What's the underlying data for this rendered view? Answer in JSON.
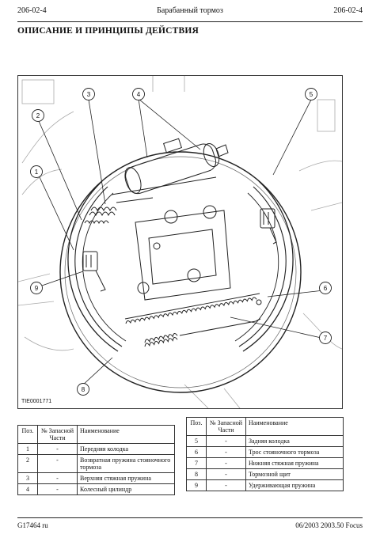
{
  "header": {
    "left": "206-02-4",
    "center": "Барабанный тормоз",
    "right": "206-02-4"
  },
  "section_title": "ОПИСАНИЕ И ПРИНЦИПЫ ДЕЙСТВИЯ",
  "figure": {
    "id_label": "TIE0001771",
    "callouts": [
      "1",
      "2",
      "3",
      "4",
      "5",
      "6",
      "7",
      "8",
      "9"
    ]
  },
  "table": {
    "headers": {
      "pos": "Поз.",
      "part_no": "№ Запасной Части",
      "name": "Наименование"
    },
    "left_rows": [
      {
        "pos": "1",
        "part_no": "-",
        "name": "Передняя колодка"
      },
      {
        "pos": "2",
        "part_no": "-",
        "name": "Возвратная пружина стояночного тормоза"
      },
      {
        "pos": "3",
        "part_no": "-",
        "name": "Верхняя стяжная пружина"
      },
      {
        "pos": "4",
        "part_no": "-",
        "name": "Колесный цилиндр"
      }
    ],
    "right_rows": [
      {
        "pos": "5",
        "part_no": "-",
        "name": "Задняя колодка"
      },
      {
        "pos": "6",
        "part_no": "-",
        "name": "Трос стояночного тормоза"
      },
      {
        "pos": "7",
        "part_no": "-",
        "name": "Нижняя стяжная пружина"
      },
      {
        "pos": "8",
        "part_no": "-",
        "name": "Тормозной щит"
      },
      {
        "pos": "9",
        "part_no": "-",
        "name": "Удерживающая пружина"
      }
    ]
  },
  "footer": {
    "left": "G17464 ru",
    "right": "06/2003 2003.50 Focus"
  }
}
